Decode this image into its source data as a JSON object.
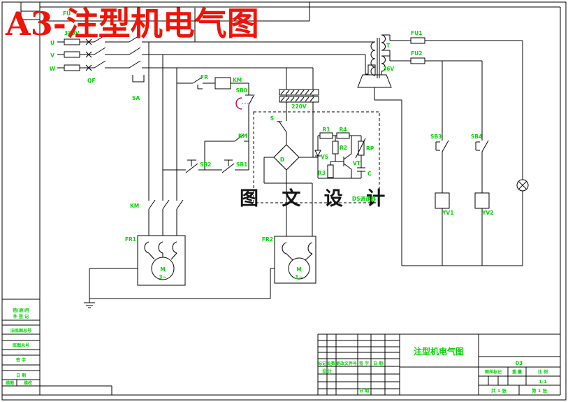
{
  "title": "A3-注型机电气图",
  "watermark": "图 文 设 计",
  "colors": {
    "label_green": "#00d600",
    "title_red": "#ee1408",
    "line_black": "#000000",
    "estop_red": "#cc1133",
    "link_magenta": "#cc2ccc",
    "background": "#ffffff"
  },
  "labels": {
    "u": "U",
    "v": "V",
    "w": "W",
    "fu": "FU",
    "v380": "380V",
    "qf": "QF",
    "sa": "SA",
    "fr": "FR",
    "km_coil": "KM",
    "sb0": "SB0",
    "km_aux": "KM",
    "sb2": "SB2",
    "sb1": "SB1",
    "km_main": "KM",
    "fr1": "FR1",
    "m1": "M",
    "m1_phase": "3~",
    "fr2": "FR2",
    "m2": "M",
    "m2_phase": "1~",
    "v220": "220V",
    "s": "S",
    "d": "D",
    "r1": "R1",
    "r4": "R4",
    "r2": "R2",
    "vs": "VS",
    "vt": "VT",
    "r3": "R3",
    "rp": "RP",
    "c": "C",
    "ds": "DS调速器",
    "t": "T",
    "v36": "36V",
    "fu1": "FU1",
    "fu2": "FU2",
    "sb3": "SB3",
    "sb4": "SB4",
    "yv1": "YV1",
    "yv2": "YV2"
  },
  "title_block": {
    "drawing_title": "注型机电气图",
    "code": "03",
    "col_mark": "标记",
    "col_count": "处数",
    "col_file": "更改文件号",
    "col_sign": "签 字",
    "col_date": "日 期",
    "row_design": "设 计",
    "cell_date": "日 期",
    "stamp": "图样标记",
    "weight": "重 量",
    "scale": "比 例",
    "scale_value": "1:1",
    "sheets_total": "共 1 张",
    "sheet_no": "第 1 张"
  },
  "side_block": {
    "r1a": "借(通)用",
    "r1b": "件 登 记",
    "r2": "旧底图总号",
    "r3": "底图总号",
    "r4": "签 字",
    "r5": "日 期",
    "r6a": "描图",
    "r6b": "描校"
  }
}
